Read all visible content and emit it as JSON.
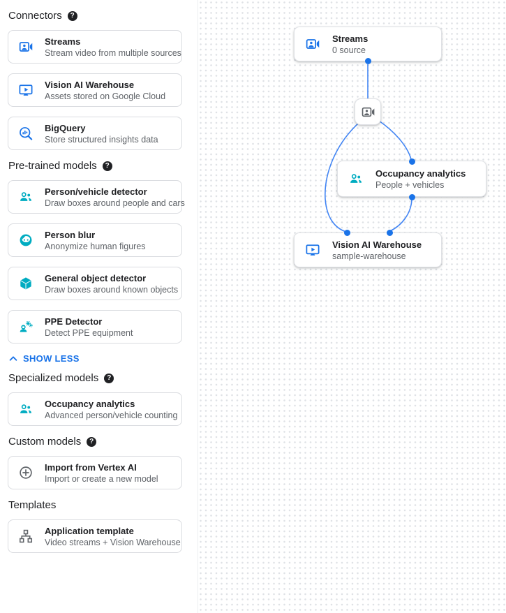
{
  "glyphs": {
    "help": "?"
  },
  "colors": {
    "blue": "#1a73e8",
    "teal": "#00acc1",
    "gray": "#5f6368",
    "edge": "#4285f4",
    "port_dot": "#1a73e8"
  },
  "sidebar": {
    "sections": [
      {
        "title": "Connectors",
        "items": [
          {
            "icon": "video-camera-icon",
            "title": "Streams",
            "subtitle": "Stream video from multiple sources"
          },
          {
            "icon": "monitor-play-icon",
            "title": "Vision AI Warehouse",
            "subtitle": "Assets stored on Google Cloud"
          },
          {
            "icon": "bigquery-icon",
            "title": "BigQuery",
            "subtitle": "Store structured insights data"
          }
        ]
      },
      {
        "title": "Pre-trained models",
        "items": [
          {
            "icon": "people-icon",
            "title": "Person/vehicle detector",
            "subtitle": "Draw boxes around people and cars"
          },
          {
            "icon": "face-icon",
            "title": "Person blur",
            "subtitle": "Anonymize human figures"
          },
          {
            "icon": "cube-icon",
            "title": "General object detector",
            "subtitle": "Draw boxes around known objects"
          },
          {
            "icon": "engineering-icon",
            "title": "PPE Detector",
            "subtitle": "Detect PPE equipment"
          }
        ]
      },
      {
        "title": "Specialized models",
        "items": [
          {
            "icon": "people-icon",
            "title": "Occupancy analytics",
            "subtitle": "Advanced person/vehicle counting"
          }
        ]
      },
      {
        "title": "Custom models",
        "items": [
          {
            "icon": "add-circle-icon",
            "title": "Import from Vertex AI",
            "subtitle": "Import or create a new model"
          }
        ]
      },
      {
        "title": "Templates",
        "items": [
          {
            "icon": "tree-icon",
            "title": "Application template",
            "subtitle": "Video streams + Vision Warehouse"
          }
        ]
      }
    ],
    "show_less_label": "SHOW LESS"
  },
  "canvas": {
    "nodes": [
      {
        "id": "streams",
        "icon": "video-camera-icon",
        "title": "Streams",
        "subtitle": "0 source"
      },
      {
        "id": "camera-processor",
        "icon": "video-camera-icon",
        "title": "",
        "subtitle": ""
      },
      {
        "id": "occupancy",
        "icon": "people-icon",
        "title": "Occupancy analytics",
        "subtitle": "People + vehicles"
      },
      {
        "id": "warehouse",
        "icon": "monitor-play-icon",
        "title": "Vision AI Warehouse",
        "subtitle": "sample-warehouse"
      }
    ]
  }
}
